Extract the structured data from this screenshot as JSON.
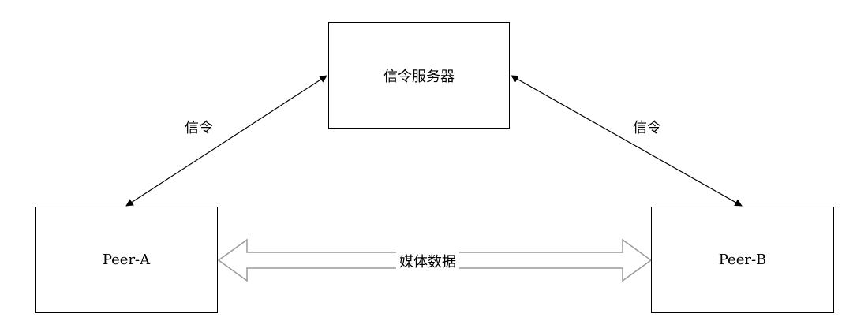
{
  "nodes": {
    "server": {
      "label": "信令服务器"
    },
    "peer_a": {
      "label": "Peer-A"
    },
    "peer_b": {
      "label": "Peer-B"
    }
  },
  "edges": {
    "signal_left": {
      "label": "信令",
      "from": "Peer-A",
      "to": "信令服务器",
      "style": "double-arrow"
    },
    "signal_right": {
      "label": "信令",
      "from": "信令服务器",
      "to": "Peer-B",
      "style": "double-arrow"
    },
    "media": {
      "label": "媒体数据",
      "from": "Peer-A",
      "to": "Peer-B",
      "style": "hollow-double-arrow"
    }
  },
  "colors": {
    "stroke": "#000000",
    "media_arrow": "#9a9a9a",
    "background": "#ffffff"
  }
}
